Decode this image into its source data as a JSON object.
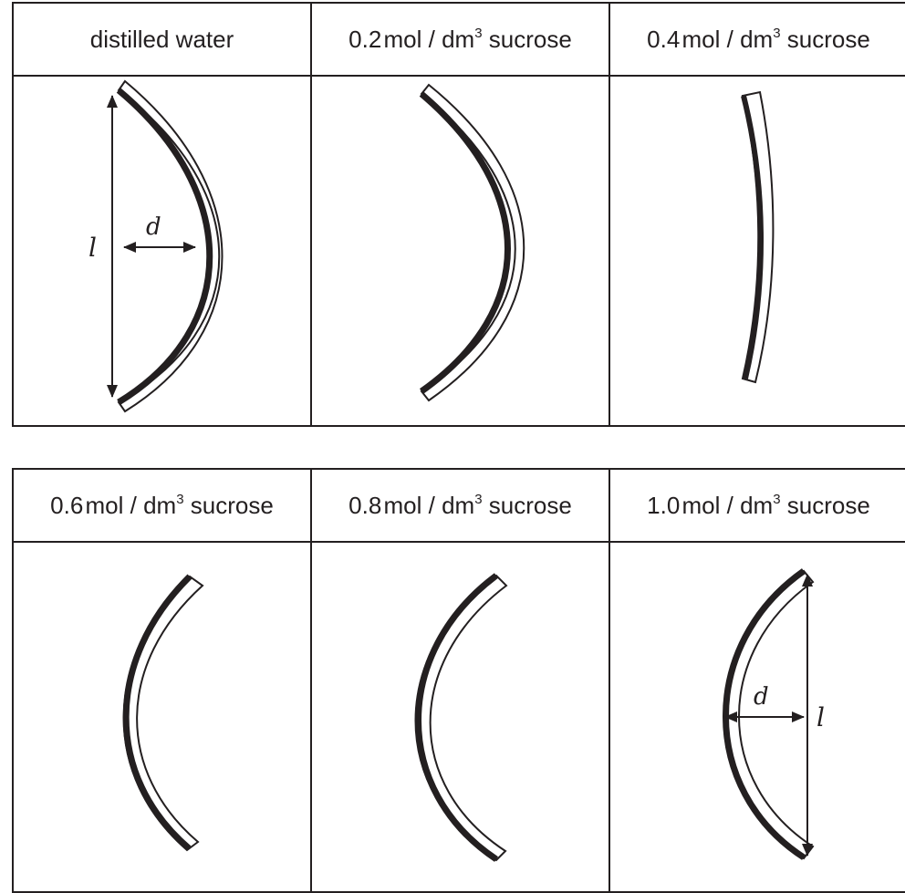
{
  "row1": {
    "headers": [
      {
        "label": "distilled water"
      },
      {
        "num": "0.2",
        "unit": "mol / dm",
        "exp": "3",
        "solute": "sucrose"
      },
      {
        "num": "0.4",
        "unit": "mol / dm",
        "exp": "3",
        "solute": "sucrose"
      }
    ]
  },
  "row2": {
    "headers": [
      {
        "num": "0.6",
        "unit": "mol / dm",
        "exp": "3",
        "solute": "sucrose"
      },
      {
        "num": "0.8",
        "unit": "mol / dm",
        "exp": "3",
        "solute": "sucrose"
      },
      {
        "num": "1.0",
        "unit": "mol / dm",
        "exp": "3",
        "solute": "sucrose"
      }
    ]
  },
  "labels": {
    "length_symbol": "l",
    "distance_symbol": "d"
  },
  "colors": {
    "line": "#231f20",
    "background": "#ffffff"
  }
}
